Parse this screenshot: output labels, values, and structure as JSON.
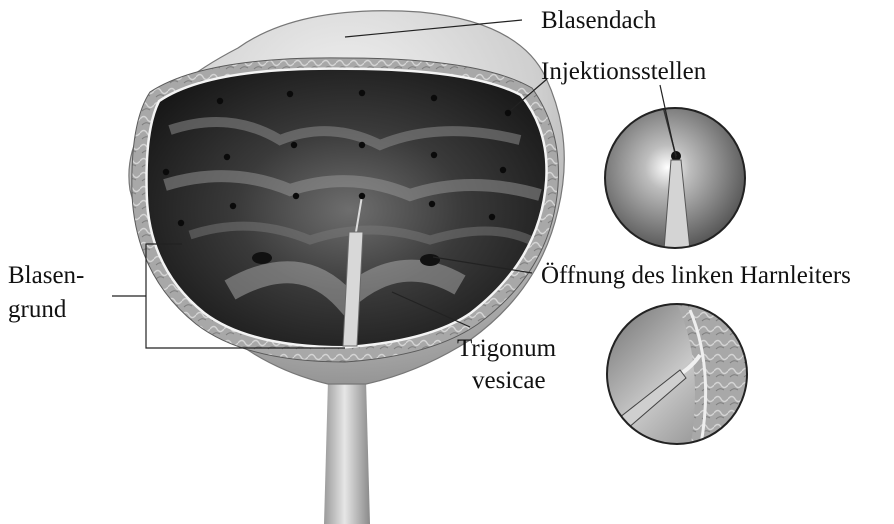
{
  "labels": {
    "blasendach": "Blasendach",
    "injektionsstellen": "Injektionsstellen",
    "blasengrund_line1": "Blasen-",
    "blasengrund_line2": "grund",
    "oeffnung": "Öffnung des linken Harnleiters",
    "trigonum_line1": "Trigonum",
    "trigonum_line2": "vesicae"
  },
  "colors": {
    "background": "#ffffff",
    "label_text": "#111111",
    "leader_line": "#222222",
    "bladder_outer": "#cfcfcf",
    "wall_tissue": "#9a9a9a",
    "lumen_dark": "#1c1c1c",
    "injection_dot": "#0a0a0a"
  },
  "icons": [
    "injection-needle-icon",
    "detail-magnifier-circle-icon"
  ]
}
